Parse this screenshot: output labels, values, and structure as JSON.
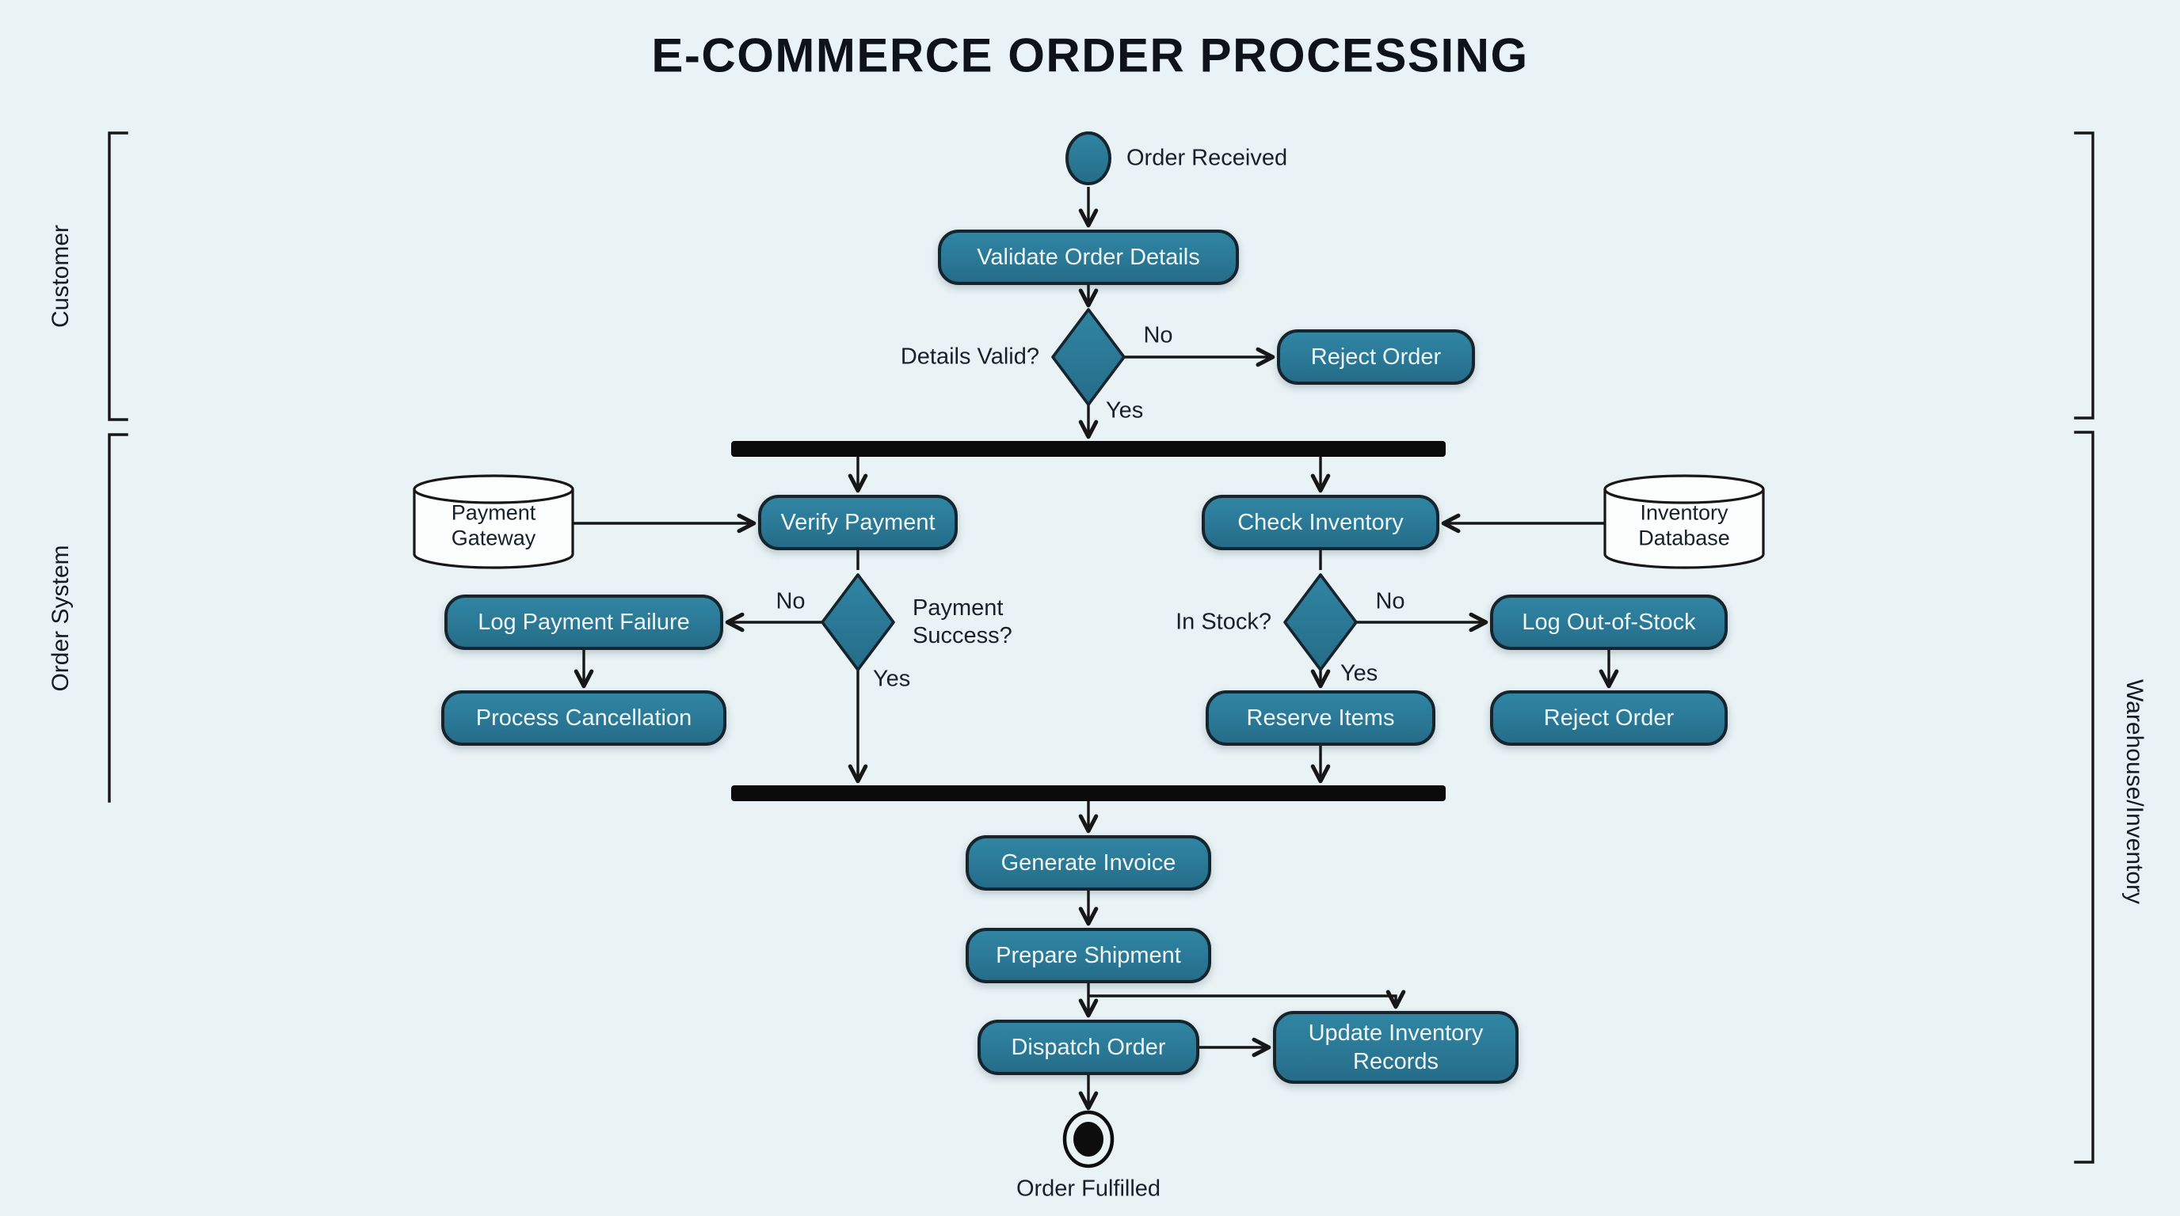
{
  "title": "E-COMMERCE ORDER PROCESSING",
  "colors": {
    "background": "#e9f3f6",
    "node_fill": "#2a7896",
    "node_border": "#15242d",
    "node_text": "#eef6f8",
    "line": "#171717",
    "bar": "#0b0b0b",
    "datastore_fill": "#fcfdfd"
  },
  "swimlanes": {
    "customer": "Customer",
    "order_system": "Order System",
    "warehouse": "Warehouse/Inventory"
  },
  "start": {
    "label": "Order Received"
  },
  "end": {
    "label": "Order Fulfilled"
  },
  "nodes": {
    "validate": "Validate Order Details",
    "reject_top": "Reject Order",
    "verify_payment": "Verify Payment",
    "check_inventory": "Check Inventory",
    "log_payment_failure": "Log Payment Failure",
    "process_cancellation": "Process Cancellation",
    "reserve_items": "Reserve Items",
    "log_out_of_stock": "Log Out-of-Stock",
    "reject_bottom": "Reject Order",
    "generate_invoice": "Generate Invoice",
    "prepare_shipment": "Prepare Shipment",
    "dispatch_order": "Dispatch Order",
    "update_inventory": "Update Inventory Records"
  },
  "datastores": {
    "payment_gateway": "Payment Gateway",
    "inventory_database": "Inventory Database"
  },
  "decisions": {
    "details_valid": "Details Valid?",
    "payment_success": "Payment Success?",
    "in_stock": "In Stock?"
  },
  "edge_labels": {
    "yes": "Yes",
    "no": "No"
  }
}
